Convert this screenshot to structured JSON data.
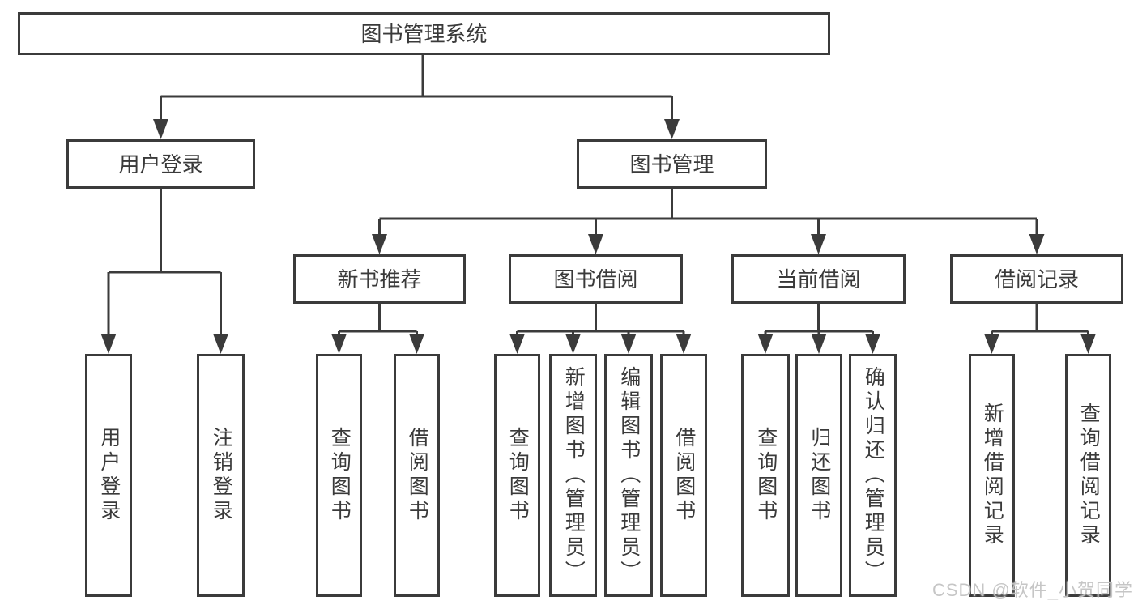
{
  "tree": {
    "label": "图书管理系统",
    "children": [
      {
        "label": "用户登录",
        "children": [
          {
            "label": "用户登录"
          },
          {
            "label": "注销登录"
          }
        ]
      },
      {
        "label": "图书管理",
        "children": [
          {
            "label": "新书推荐",
            "children": [
              {
                "label": "查询图书"
              },
              {
                "label": "借阅图书"
              }
            ]
          },
          {
            "label": "图书借阅",
            "children": [
              {
                "label": "查询图书"
              },
              {
                "label": "新增图书（管理员）"
              },
              {
                "label": "编辑图书（管理员）"
              },
              {
                "label": "借阅图书"
              }
            ]
          },
          {
            "label": "当前借阅",
            "children": [
              {
                "label": "查询图书"
              },
              {
                "label": "归还图书"
              },
              {
                "label": "确认归还（管理员）"
              }
            ]
          },
          {
            "label": "借阅记录",
            "children": [
              {
                "label": "新增借阅记录"
              },
              {
                "label": "查询借阅记录"
              }
            ]
          }
        ]
      }
    ]
  },
  "watermark": "CSDN @软件_小贺同学",
  "colors": {
    "line": "#3b3b3b",
    "text": "#3a3a3a",
    "background": "#ffffff",
    "watermark": "#c1c1c1"
  }
}
